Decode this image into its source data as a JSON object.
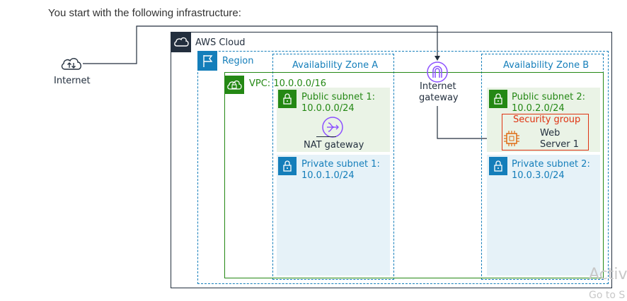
{
  "intro_text": "You start with the following infrastructure:",
  "diagram": {
    "internet": {
      "label": "Internet",
      "icon": "internet-cloud-icon"
    },
    "aws_cloud": {
      "label": "AWS Cloud",
      "icon": "aws-cloud-icon"
    },
    "region": {
      "label": "Region",
      "icon": "region-flag-icon"
    },
    "availability_zones": [
      {
        "label": "Availability Zone A"
      },
      {
        "label": "Availability Zone B"
      }
    ],
    "vpc": {
      "label": "VPC: 10.0.0.0/16",
      "icon": "vpc-cloud-lock-icon"
    },
    "internet_gateway": {
      "line1": "Internet",
      "line2": "gateway",
      "icon": "internet-gateway-icon"
    },
    "subnets": [
      {
        "name": "Public subnet 1:",
        "cidr": "10.0.0.0/24",
        "type": "public"
      },
      {
        "name": "Private subnet 1:",
        "cidr": "10.0.1.0/24",
        "type": "private"
      },
      {
        "name": "Public subnet 2:",
        "cidr": "10.0.2.0/24",
        "type": "public"
      },
      {
        "name": "Private subnet 2:",
        "cidr": "10.0.3.0/24",
        "type": "private"
      }
    ],
    "nat_gateway": {
      "label": "NAT gateway",
      "icon": "nat-gateway-icon"
    },
    "security_group": {
      "label": "Security group"
    },
    "web_server": {
      "line1": "Web",
      "line2": "Server 1",
      "icon": "ec2-instance-chip-icon"
    }
  },
  "watermark": {
    "line1": "Activ",
    "line2": "Go to S"
  },
  "colors": {
    "cloud": "#232f3e",
    "region": "#147eba",
    "vpc": "#248814",
    "public_subnet_bg": "#eaf3e6",
    "private_subnet_bg": "#e6f2f8",
    "security_group": "#df3312",
    "gateway_icon": "#8c4fff"
  }
}
